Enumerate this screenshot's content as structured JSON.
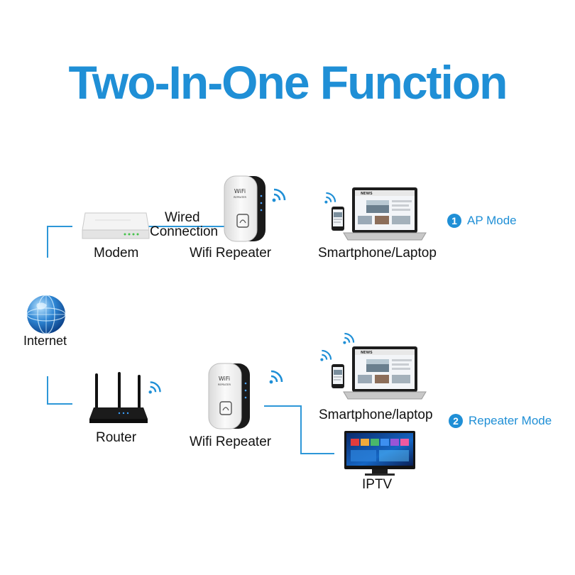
{
  "title": "Two-In-One Function",
  "labels": {
    "modem": "Modem",
    "wired_1": "Wired",
    "wired_2": "Connection",
    "repeater_top": "Wifi Repeater",
    "devices_top": "Smartphone/Laptop",
    "internet": "Internet",
    "router": "Router",
    "repeater_bottom": "Wifi Repeater",
    "devices_bottom": "Smartphone/laptop",
    "iptv": "IPTV"
  },
  "modes": [
    {
      "number": "1",
      "label": "AP Mode"
    },
    {
      "number": "2",
      "label": "Repeater Mode"
    }
  ],
  "device_text": {
    "repeater_brand": "WiFi",
    "repeater_sub": "REPEATER",
    "news": "NEWS"
  },
  "colors": {
    "accent": "#1f8fd6",
    "line": "#2d97d8"
  },
  "icons": [
    "globe-icon",
    "modem-icon",
    "repeater-icon",
    "laptop-icon",
    "smartphone-icon",
    "router-icon",
    "tv-icon",
    "wifi-signal-icon"
  ]
}
